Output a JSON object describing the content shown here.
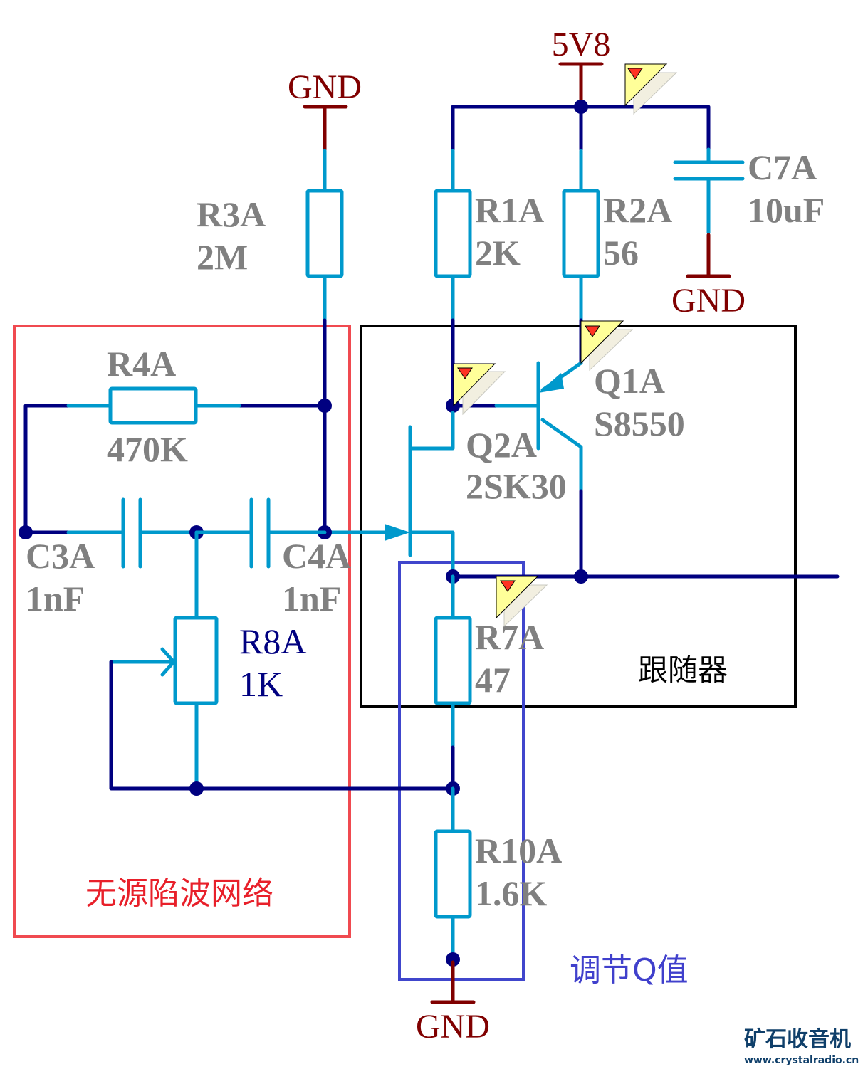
{
  "diagram": {
    "type": "circuit-schematic",
    "power_nets": {
      "vcc": "5V8",
      "gnd_r3a": "GND",
      "gnd_c7a": "GND",
      "gnd_bottom": "GND"
    },
    "components": {
      "r1a": {
        "designator": "R1A",
        "value": "2K"
      },
      "r2a": {
        "designator": "R2A",
        "value": "56"
      },
      "r3a": {
        "designator": "R3A",
        "value": "2M"
      },
      "r4a": {
        "designator": "R4A",
        "value": "470K"
      },
      "r7a": {
        "designator": "R7A",
        "value": "47"
      },
      "r8a": {
        "designator": "R8A",
        "value": "1K"
      },
      "r10a": {
        "designator": "R10A",
        "value": "1.6K"
      },
      "c3a": {
        "designator": "C3A",
        "value": "1nF"
      },
      "c4a": {
        "designator": "C4A",
        "value": "1nF"
      },
      "c7a": {
        "designator": "C7A",
        "value": "10uF"
      },
      "q1a": {
        "designator": "Q1A",
        "value": "S8550"
      },
      "q2a": {
        "designator": "Q2A",
        "value": "2SK30"
      }
    },
    "groups": {
      "notch": {
        "label": "无源陷波网络",
        "color": "#f04a50"
      },
      "follower": {
        "label": "跟随器",
        "color": "#000000"
      },
      "q_adjust": {
        "label": "调节Q值",
        "color": "#4040cc"
      }
    },
    "colors": {
      "wire": "#000080",
      "pin": "#0099cc",
      "power": "#800000",
      "designator": "#808080"
    },
    "watermark": {
      "title": "矿石收音机",
      "url": "www.crystalradio.cn"
    }
  }
}
